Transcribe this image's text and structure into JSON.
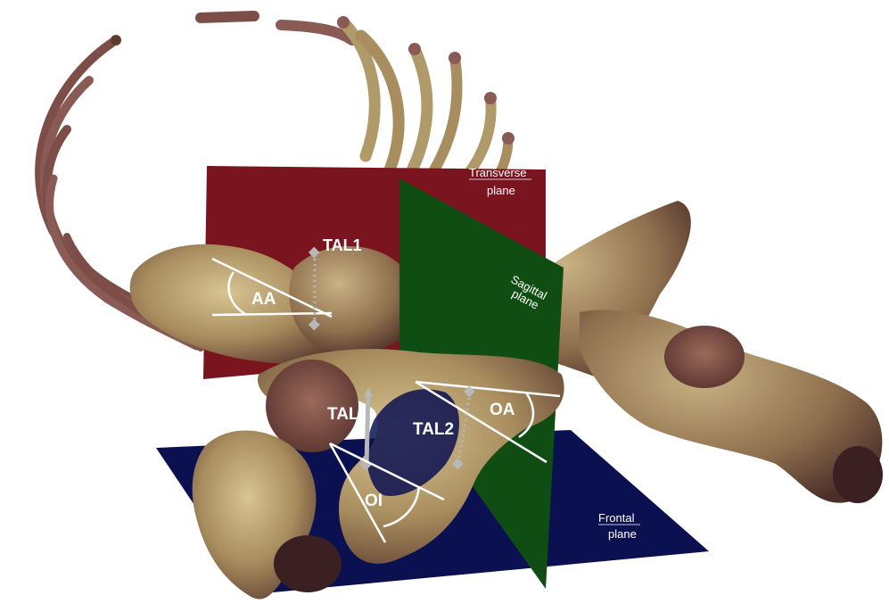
{
  "figure": {
    "planes": {
      "transverse_line1": "Transverse",
      "transverse_line2": "plane",
      "sagittal_line1": "Sagittal",
      "sagittal_line2": "plane",
      "frontal_line1": "Frontal",
      "frontal_line2": "plane"
    },
    "measurements": {
      "tal1": "TAL1",
      "aa": "AA",
      "tal": "TAL",
      "tal2": "TAL2",
      "oa": "OA",
      "oi": "OI"
    },
    "colors": {
      "transverse_plane": "#7a1520",
      "sagittal_plane": "#0f4d12",
      "frontal_plane": "#0b1150",
      "bone": "#b09a6a",
      "bone_shadow": "#5a3a30",
      "rib": "#8a5a55",
      "marker": "#b8b8b8"
    }
  }
}
